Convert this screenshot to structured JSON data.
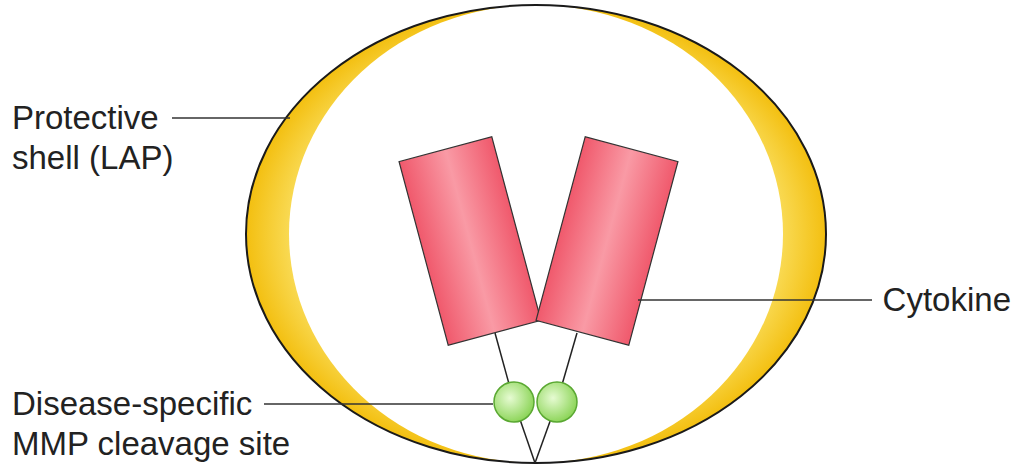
{
  "diagram": {
    "labels": [
      "Protective shell (LAP)",
      "Cytokine",
      "Disease-specific MMP cleavage site"
    ]
  }
}
